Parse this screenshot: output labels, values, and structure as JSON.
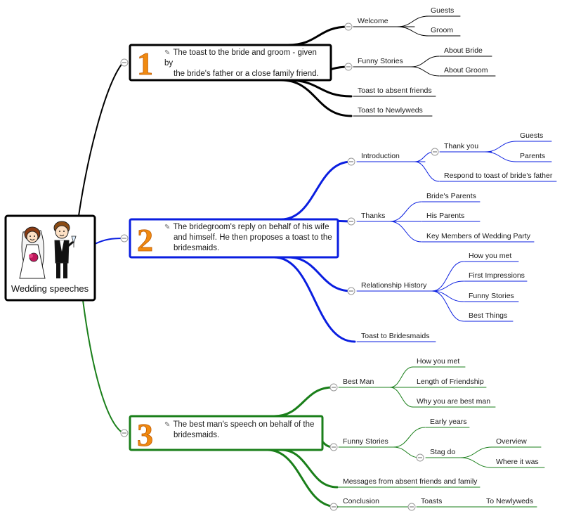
{
  "central": {
    "title": "Wedding speeches"
  },
  "speeches": [
    {
      "number": "1",
      "color": "#000000",
      "text": "The toast to the bride and groom - given by the bride's father or a close family friend.",
      "lines": [
        "The toast to the bride and groom - given by",
        "the bride's father or a close family friend."
      ],
      "topics": [
        {
          "label": "Welcome",
          "children": [
            {
              "label": "Guests"
            },
            {
              "label": "Groom"
            }
          ]
        },
        {
          "label": "Funny Stories",
          "children": [
            {
              "label": "About Bride"
            },
            {
              "label": "About Groom"
            }
          ]
        },
        {
          "label": "Toast to absent friends"
        },
        {
          "label": "Toast to Newlyweds"
        }
      ]
    },
    {
      "number": "2",
      "color": "#0a1ee0",
      "text": "The bridegroom's reply on behalf of his wife and himself. He then proposes a toast to the bridesmaids.",
      "lines": [
        "The bridegroom's reply on behalf of his wife",
        "and himself. He then proposes a toast to the",
        "bridesmaids."
      ],
      "topics": [
        {
          "label": "Introduction",
          "children": [
            {
              "label": "Thank you",
              "children": [
                {
                  "label": "Guests"
                },
                {
                  "label": "Parents"
                }
              ]
            },
            {
              "label": "Respond to toast of bride's father"
            }
          ]
        },
        {
          "label": "Thanks",
          "children": [
            {
              "label": "Bride's Parents"
            },
            {
              "label": "His Parents"
            },
            {
              "label": "Key Members of Wedding Party"
            }
          ]
        },
        {
          "label": "Relationship History",
          "children": [
            {
              "label": "How you met"
            },
            {
              "label": "First Impressions"
            },
            {
              "label": "Funny Stories"
            },
            {
              "label": "Best Things"
            }
          ]
        },
        {
          "label": "Toast to Bridesmaids"
        }
      ]
    },
    {
      "number": "3",
      "color": "#1a7f1a",
      "text": "The best man's speech on behalf of the bridesmaids.",
      "lines": [
        "The best man's speech on behalf of the",
        "bridesmaids."
      ],
      "topics": [
        {
          "label": "Best Man",
          "children": [
            {
              "label": "How you met"
            },
            {
              "label": "Length of Friendship"
            },
            {
              "label": "Why you are best man"
            }
          ]
        },
        {
          "label": "Funny Stories",
          "children": [
            {
              "label": "Early years"
            },
            {
              "label": "Stag do",
              "children": [
                {
                  "label": "Overview"
                },
                {
                  "label": "Where it was"
                }
              ]
            }
          ]
        },
        {
          "label": "Messages from absent friends and family"
        },
        {
          "label": "Conclusion",
          "children": [
            {
              "label": "Toasts",
              "children": [
                {
                  "label": "To Newlyweds"
                }
              ]
            }
          ]
        }
      ]
    }
  ]
}
